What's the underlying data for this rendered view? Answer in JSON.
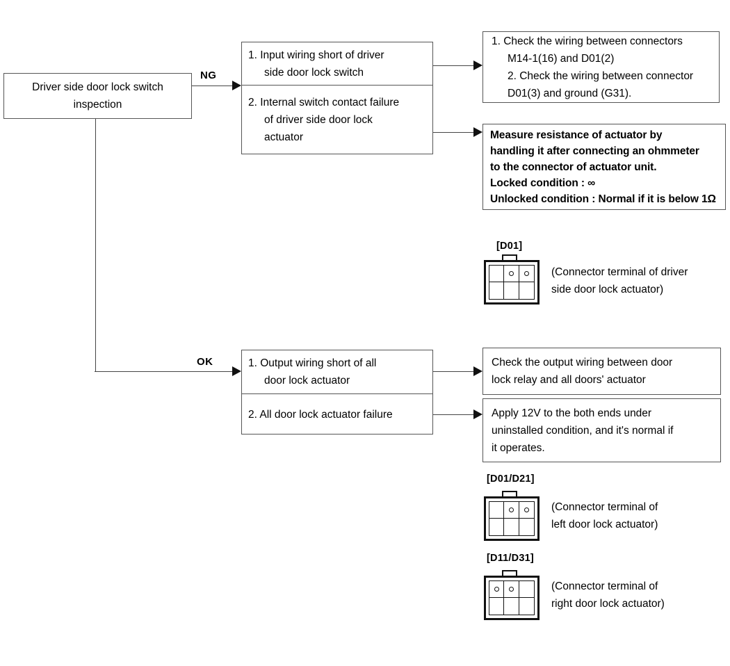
{
  "diagram": {
    "title": "Driver side door lock switch inspection flow",
    "start_box": {
      "text": "Driver side door lock switch\ninspection"
    },
    "branches": [
      {
        "name": "ng-label",
        "label": "NG"
      },
      {
        "name": "ok-label",
        "label": "OK"
      }
    ],
    "ng_causes": [
      {
        "text": "1. Input wiring short of driver\nside door lock switch"
      },
      {
        "text": "2. Internal switch contact failure\nof driver side door lock\nactuator"
      }
    ],
    "ng_actions": [
      {
        "text": "1. Check the wiring between connectors\nM14-1(16) and D01(2)\n2. Check the wiring between connector\nD01(3) and ground (G31).",
        "bold": false
      },
      {
        "text": "Measure resistance of actuator by\nhandling it after connecting an ohmmeter\nto the connector of actuator unit.\nLocked condition : ∞\nUnlocked condition : Normal if it is below 1Ω",
        "bold": true
      }
    ],
    "ok_causes": [
      {
        "text": "1. Output wiring short of all\ndoor lock actuator"
      },
      {
        "text": "2. All door lock actuator failure"
      }
    ],
    "ok_actions": [
      {
        "text": "Check the output wiring between door\nlock relay and all doors' actuator"
      },
      {
        "text": "Apply 12V to the both ends under\nuninstalled condition, and it's normal if\nit operates."
      }
    ],
    "connectors": [
      {
        "tag": "[D01]",
        "caption": "(Connector terminal of driver\n side door lock actuator)",
        "pins": [
          false,
          true,
          true,
          false,
          false,
          false
        ]
      },
      {
        "tag": "[D01/D21]",
        "caption": "(Connector terminal of\n left door lock actuator)",
        "pins": [
          false,
          true,
          true,
          false,
          false,
          false
        ]
      },
      {
        "tag": "[D11/D31]",
        "caption": "(Connector terminal of\n right door lock actuator)",
        "pins": [
          true,
          true,
          false,
          false,
          false,
          false
        ]
      }
    ],
    "colors": {
      "box_border": "#555555",
      "line": "#444444",
      "arrow": "#111111",
      "text": "#000000",
      "background": "#ffffff"
    }
  }
}
